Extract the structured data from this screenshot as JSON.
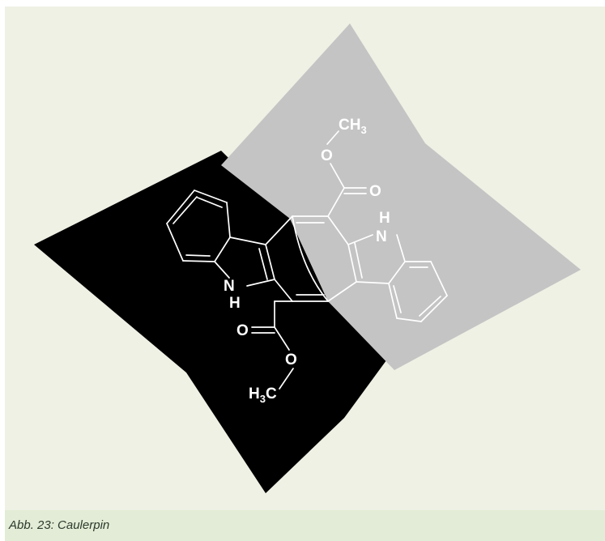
{
  "caption": "Abb. 23: Caulerpin",
  "colors": {
    "panel_background": "#eef1e4",
    "caption_background": "#e3ecd6",
    "dark_region": "#000000",
    "light_region": "#c4c4c4",
    "bond_color": "#ffffff"
  },
  "molecule": {
    "atoms": {
      "ch3_top": "CH",
      "ch3_top_sub": "3",
      "o_ether_top": "O",
      "o_carbonyl_top": "O",
      "nh_right_h": "H",
      "nh_right_n": "N",
      "nh_left_n": "N",
      "nh_left_h": "H",
      "o_carbonyl_bottom": "O",
      "o_ether_bottom": "O",
      "h3c_bottom": "H",
      "h3c_bottom_sub": "3",
      "h3c_bottom_c": "C"
    }
  }
}
